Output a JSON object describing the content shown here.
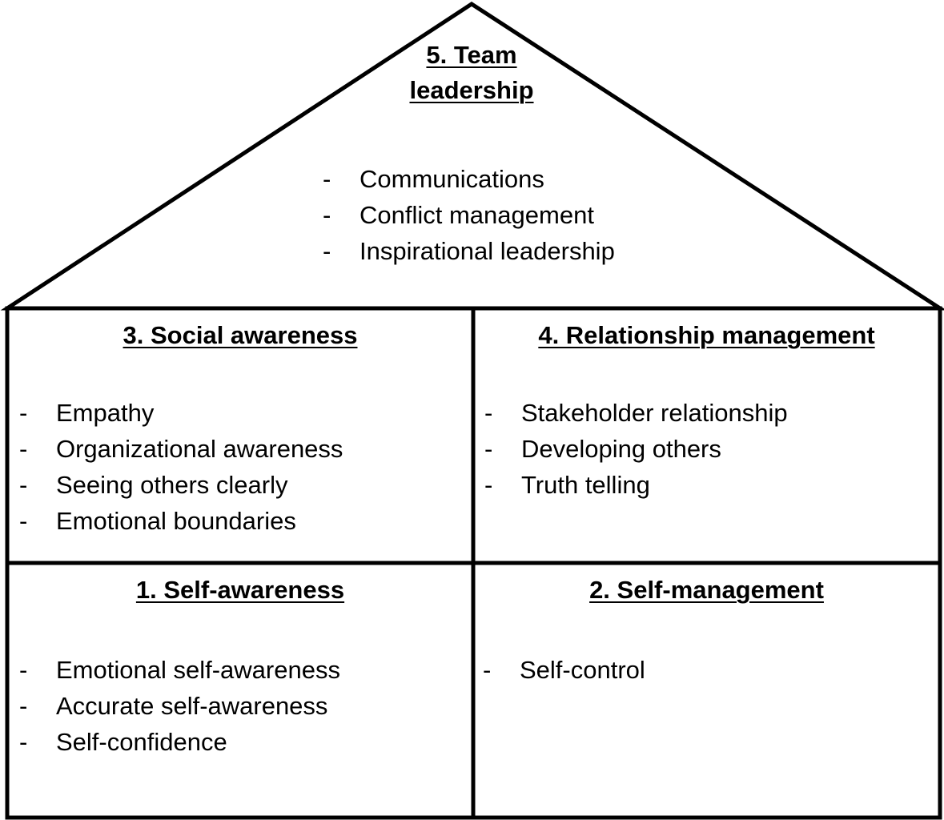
{
  "diagram": {
    "line_color": "#000000",
    "background_color": "#ffffff",
    "roof": {
      "title": "5. Team leadership",
      "items": [
        "Communications",
        "Conflict management",
        "Inspirational leadership"
      ]
    },
    "social_awareness": {
      "title": "3. Social awareness",
      "items": [
        "Empathy",
        "Organizational awareness",
        "Seeing others clearly",
        "Emotional boundaries"
      ]
    },
    "relationship_management": {
      "title": "4. Relationship management",
      "items": [
        "Stakeholder relationship",
        "Developing others",
        "Truth telling"
      ]
    },
    "self_awareness": {
      "title": "1. Self-awareness",
      "items": [
        "Emotional self-awareness",
        "Accurate self-awareness",
        "Self-confidence"
      ]
    },
    "self_management": {
      "title": "2. Self-management",
      "items": [
        "Self-control"
      ]
    }
  }
}
